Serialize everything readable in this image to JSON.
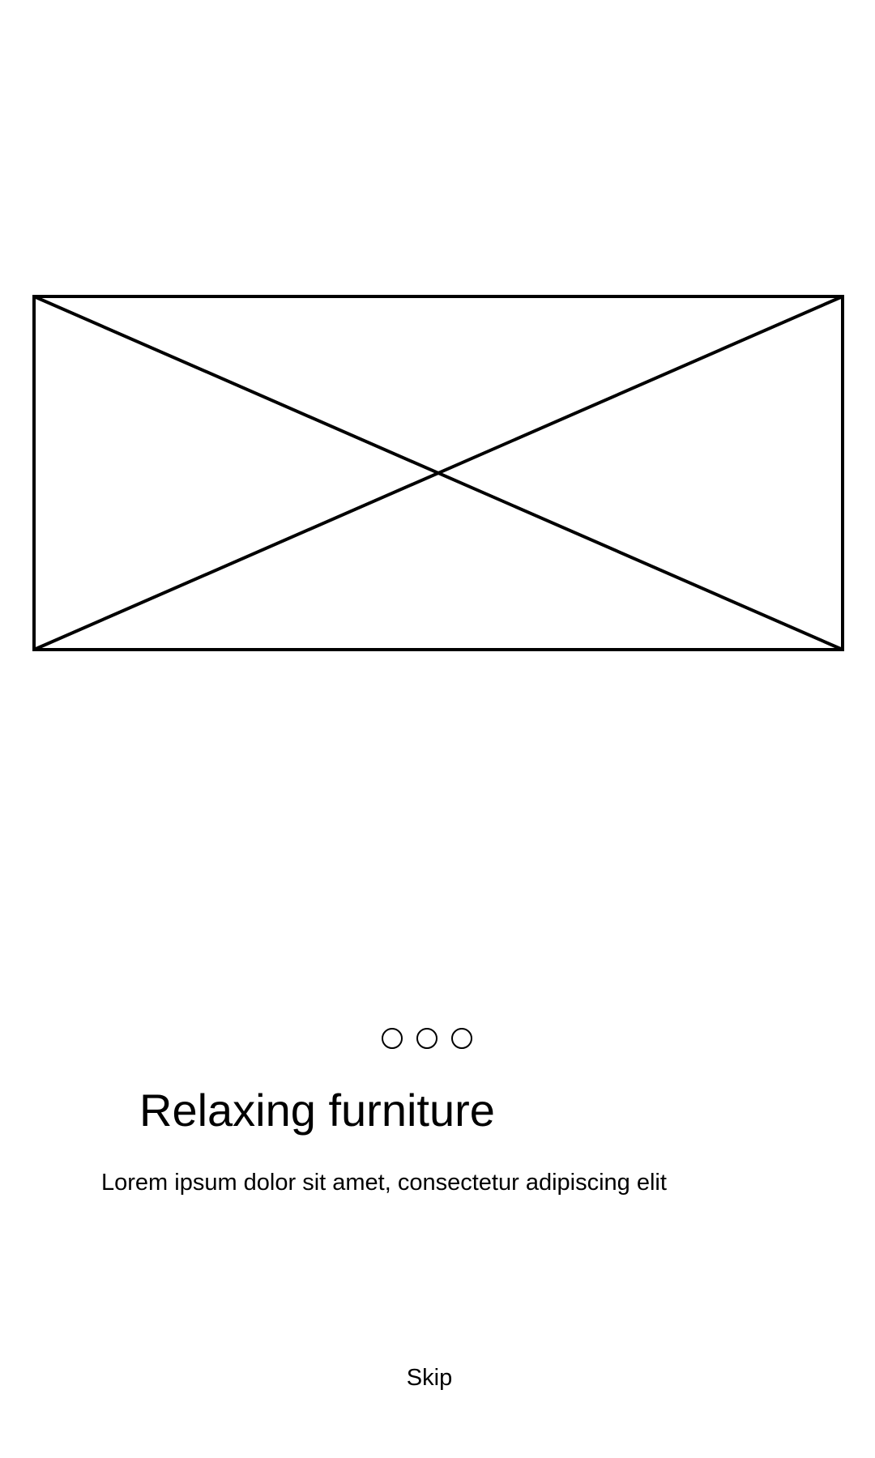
{
  "onboarding": {
    "image": {
      "icon": "image-placeholder-icon"
    },
    "pager": {
      "total_pages": 3,
      "dot_icon": "circle-outline-icon"
    },
    "title": "Relaxing furniture",
    "description": "Lorem ipsum dolor sit amet, consectetur adipiscing elit",
    "skip_label": "Skip"
  },
  "colors": {
    "background": "#ffffff",
    "foreground": "#000000"
  }
}
